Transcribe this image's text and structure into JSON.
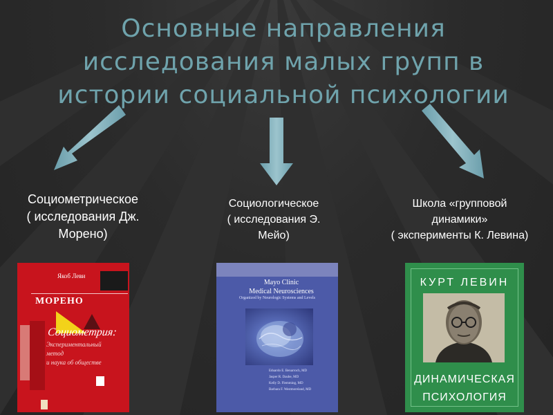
{
  "title": {
    "line1": "Основные направления",
    "line2": "исследования малых групп в",
    "line3": "истории социальной психологии"
  },
  "directions": [
    {
      "lines": [
        "Социометрическое",
        "( исследования Дж.",
        "Морено)"
      ]
    },
    {
      "lines": [
        "Социологическое",
        "( исследования Э.",
        "Мейо)"
      ]
    },
    {
      "lines": [
        "Школа «групповой",
        "динамики»",
        "( эксперименты К. Левина)"
      ]
    }
  ],
  "books": {
    "moreno": {
      "author": "Якоб Леви",
      "name": "МОРЕНО",
      "title": "Социометрия:",
      "subtitle": [
        "Экспериментальный",
        "метод",
        "и наука об обществе"
      ]
    },
    "mayo": {
      "title_line1": "Mayo Clinic",
      "title_line2": "Medical Neurosciences",
      "subtitle": "Organized by Neurologic Systems and Levels",
      "authors": [
        "Eduardo E. Benarroch, MD",
        "Jasper R. Daube, MD",
        "Kelly D. Flemming, MD",
        "Barbara F. Westmoreland, MD"
      ]
    },
    "lewin": {
      "author": "КУРТ ЛЕВИН",
      "title_line1": "ДИНАМИЧЕСКАЯ",
      "title_line2": "ПСИХОЛОГИЯ"
    }
  },
  "colors": {
    "background": "#2b2b2b",
    "title": "#6fa3ac",
    "arrow": "#7fb0bd",
    "book_red": "#c8141d",
    "book_blue": "#4c5aa8",
    "book_green": "#2f8e4b"
  }
}
